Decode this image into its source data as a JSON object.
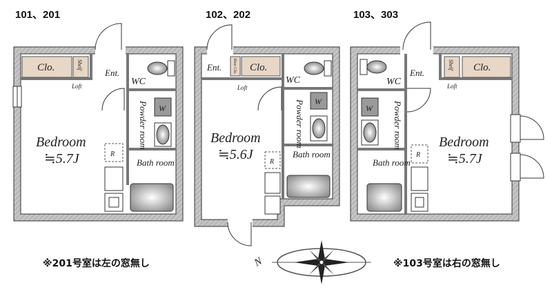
{
  "units": [
    {
      "title": "101、201",
      "bedroom": "Bedroom",
      "size": "≒5.7J",
      "clo": "Clo.",
      "shelf": "Shelf",
      "ent": "Ent.",
      "loft": "Loft",
      "wc": "WC",
      "powder": "Powder room",
      "w": "W",
      "bath": "Bath room",
      "r": "R"
    },
    {
      "title": "102、202",
      "bedroom": "Bedroom",
      "size": "≒5.6J",
      "clo": "Clo.",
      "shelf": "Shoe Clo.",
      "ent": "Ent.",
      "loft": "Loft",
      "wc": "WC",
      "powder": "Powder room",
      "w": "W",
      "bath": "Bath room",
      "r": "R"
    },
    {
      "title": "103、303",
      "bedroom": "Bedroom",
      "size": "≒5.7J",
      "clo": "Clo.",
      "shelf": "Shelf",
      "ent": "Ent.",
      "loft": "Loft",
      "wc": "WC",
      "powder": "Powder room",
      "w": "W",
      "bath": "Bath room",
      "r": "R"
    }
  ],
  "notes": {
    "left": "※201号室は左の窓無し",
    "right": "※103号室は右の窓無し"
  },
  "compass": {
    "north": "N"
  },
  "colors": {
    "closet": "#e8d6c6",
    "wall": "#b9b9b9",
    "washer": "#9a9a9a"
  }
}
